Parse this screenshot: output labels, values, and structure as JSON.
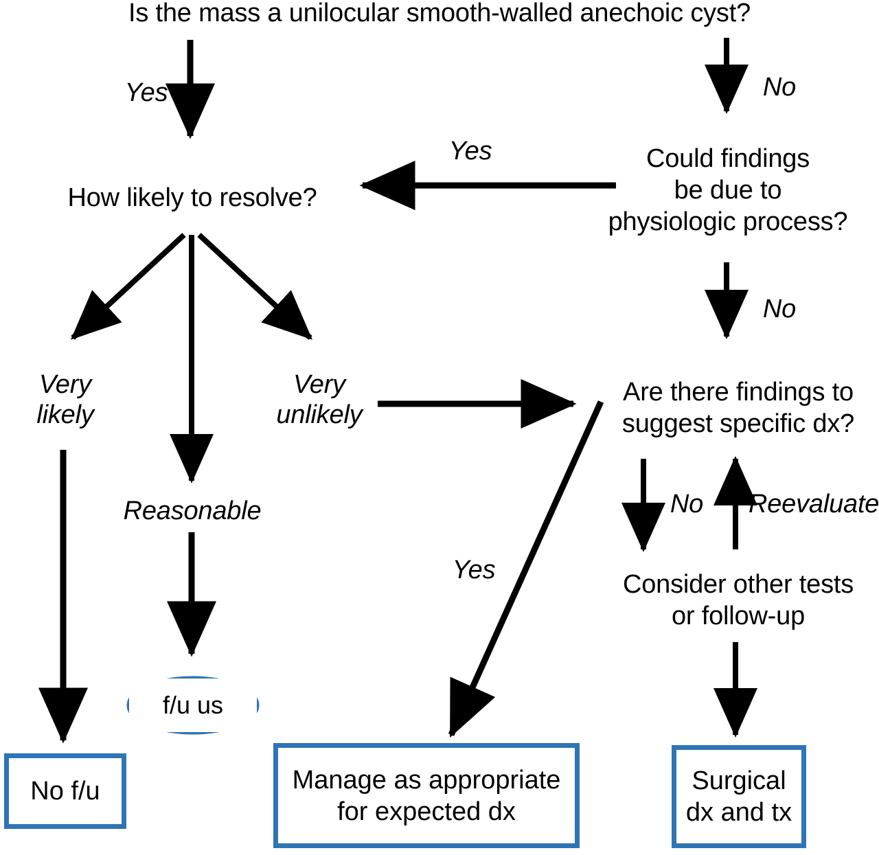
{
  "diagram": {
    "type": "flowchart",
    "title": "Ultrasound adnexal mass management algorithm",
    "accent_color": "#2E75B6",
    "line_color": "#000000",
    "background": "#FFFFFF"
  },
  "nodes": {
    "q_cyst": "Is the mass a unilocular smooth-walled anechoic cyst?",
    "q_resolve": "How likely to resolve?",
    "q_physiologic": "Could findings\nbe due to\nphysiologic process?",
    "q_specific_dx": "Are there findings to\nsuggest specific dx?",
    "other_tests": "Consider other tests\nor follow-up"
  },
  "terminals": {
    "no_fu": "No f/u",
    "fu_us": "f/u us",
    "manage": "Manage as appropriate\nfor expected dx",
    "surgical": "Surgical\ndx and tx"
  },
  "edge_labels": {
    "cyst_yes": "Yes",
    "cyst_no": "No",
    "physiologic_yes": "Yes",
    "physiologic_no": "No",
    "resolve_very_likely": "Very\nlikely",
    "resolve_reasonable": "Reasonable",
    "resolve_very_unlikely": "Very\nunlikely",
    "specific_dx_no": "No",
    "reevaluate": "Reevaluate",
    "specific_dx_yes": "Yes"
  }
}
